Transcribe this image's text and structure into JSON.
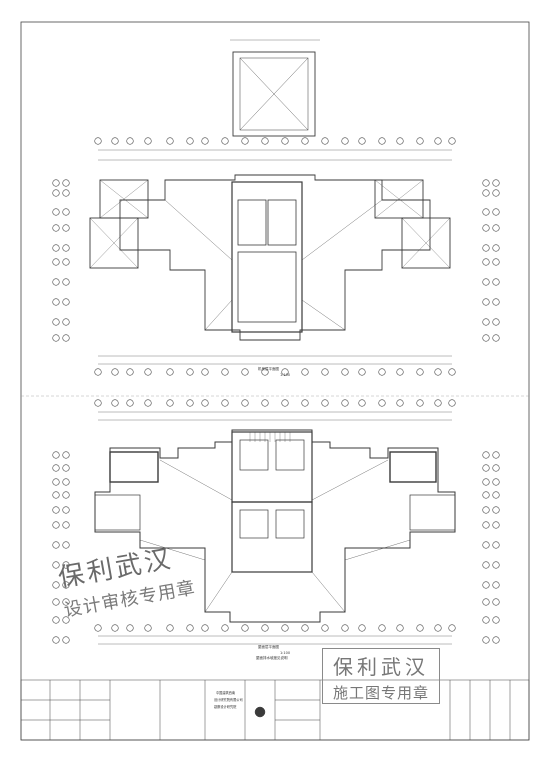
{
  "colors": {
    "line": "#3a3a3a",
    "grid_bubble": "#4a4a4a",
    "stamp": "#6f6f6f",
    "stamp_light": "#9a9a9a",
    "paper": "#ffffff"
  },
  "drawing": {
    "top_plan_title": "机房层平面图",
    "top_plan_scale": "1:100",
    "bottom_plan_title": "屋面层平面图",
    "bottom_plan_scale": "1:100",
    "bottom_plan_note": "屋面排水坡度见说明"
  },
  "stamps": {
    "left_line1": "保利武汉",
    "left_line2": "设计审核专用章",
    "right_line1": "保利武汉",
    "right_line2": "施工图专用章"
  },
  "title_block": {
    "company_line1": "中国建筑西南",
    "company_line2": "设计研究院有限公司",
    "company_line3": "勘察设计研究院"
  }
}
